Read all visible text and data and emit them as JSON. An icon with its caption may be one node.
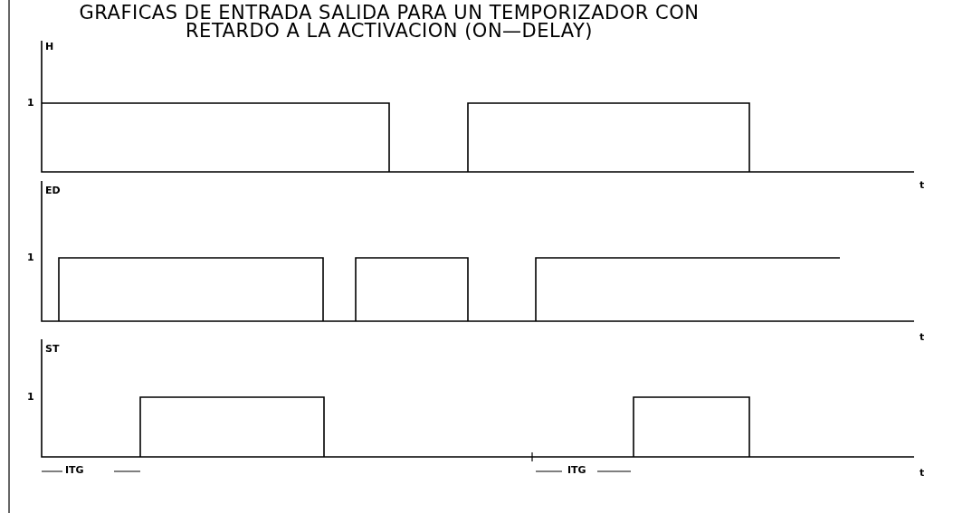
{
  "diagram": {
    "title": "GRAFICAS DE ENTRADA SALIDA PARA UN TEMPORIZADOR CON RETARDO A LA ACTIVACION (ON—DELAY)",
    "labels": [
      "H",
      "1",
      "t",
      "ED",
      "1",
      "t",
      "ST",
      "1",
      "ITG",
      "ITG",
      "t"
    ]
  }
}
